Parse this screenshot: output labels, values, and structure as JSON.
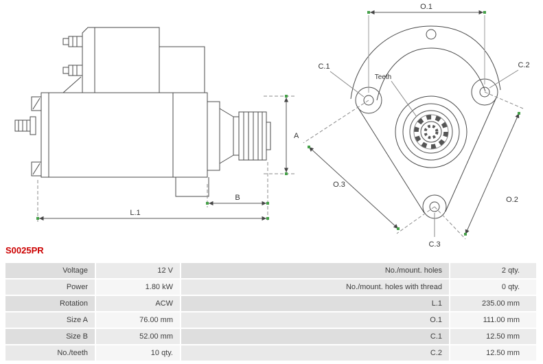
{
  "part_number": "S0025PR",
  "colors": {
    "part_number": "#cc0000",
    "drawing_line": "#4a4a4a",
    "dimension_handle": "#44a048"
  },
  "diagram": {
    "side": {
      "a": "A",
      "b": "B",
      "l1": "L.1"
    },
    "front": {
      "o1": "O.1",
      "o2": "O.2",
      "o3": "O.3",
      "c1": "C.1",
      "c2": "C.2",
      "c3": "C.3",
      "teeth": "Teeth"
    }
  },
  "table": {
    "rows": [
      {
        "l_label": "Voltage",
        "l_value": "12 V",
        "r_label": "No./mount. holes",
        "r_value": "2 qty."
      },
      {
        "l_label": "Power",
        "l_value": "1.80 kW",
        "r_label": "No./mount. holes with thread",
        "r_value": "0 qty."
      },
      {
        "l_label": "Rotation",
        "l_value": "ACW",
        "r_label": "L.1",
        "r_value": "235.00 mm"
      },
      {
        "l_label": "Size A",
        "l_value": "76.00 mm",
        "r_label": "O.1",
        "r_value": "111.00 mm"
      },
      {
        "l_label": "Size B",
        "l_value": "52.00 mm",
        "r_label": "C.1",
        "r_value": "12.50 mm"
      },
      {
        "l_label": "No./teeth",
        "l_value": "10 qty.",
        "r_label": "C.2",
        "r_value": "12.50 mm"
      }
    ]
  }
}
